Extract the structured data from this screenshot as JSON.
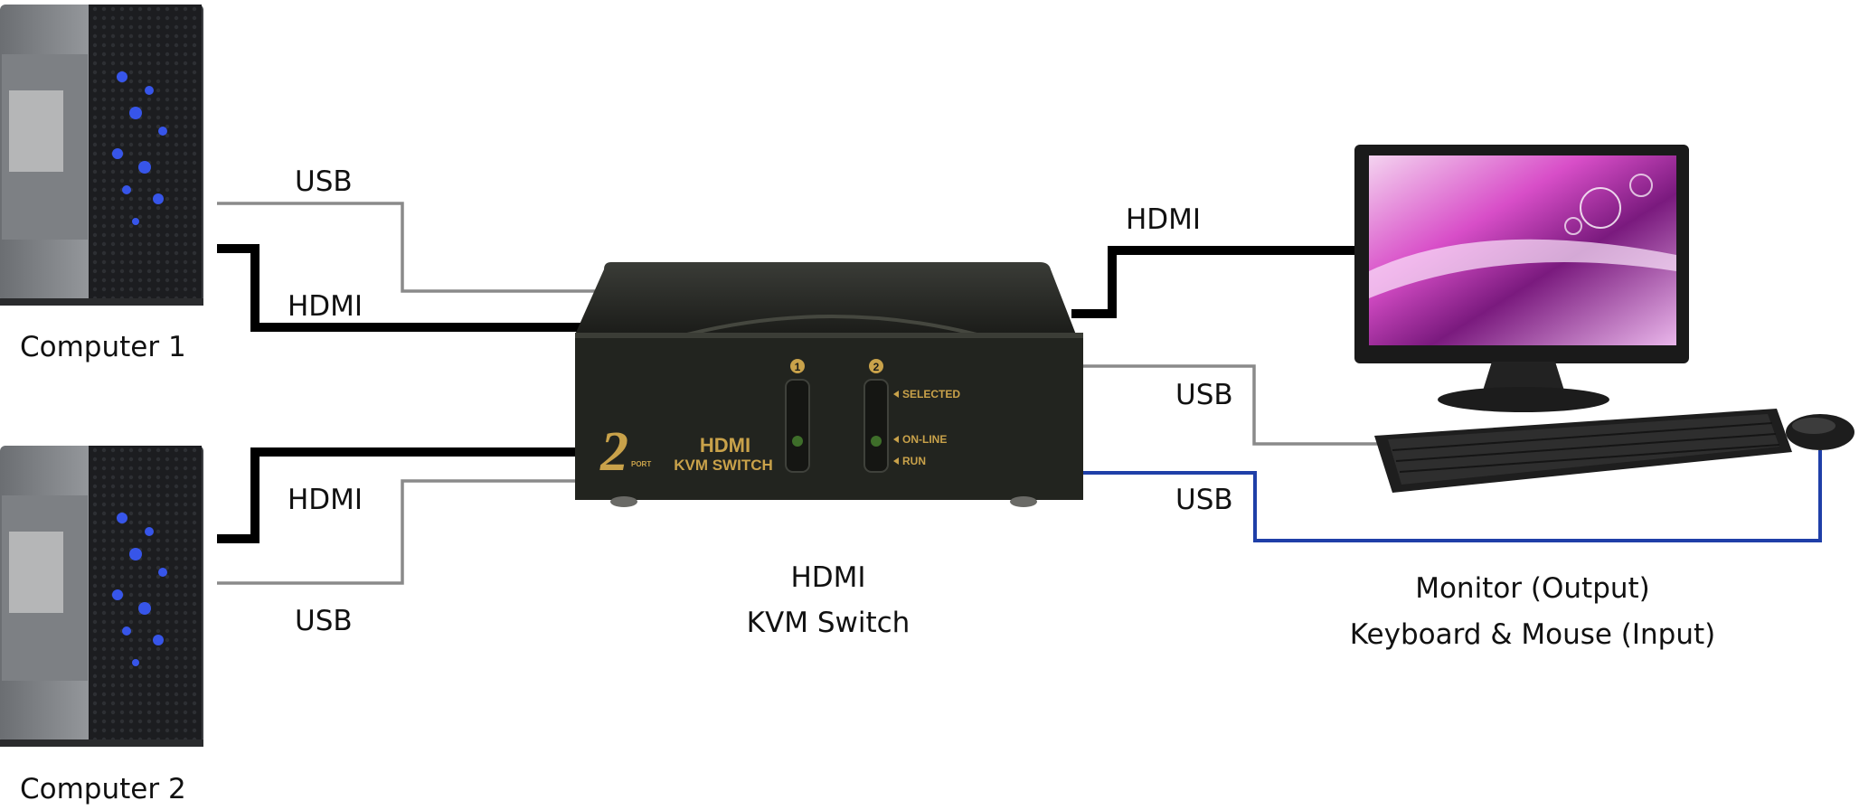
{
  "computers": [
    {
      "label": "Computer 1",
      "usb_label": "USB",
      "hdmi_label": "HDMI"
    },
    {
      "label": "Computer 2",
      "usb_label": "USB",
      "hdmi_label": "HDMI"
    }
  ],
  "switch": {
    "brand_number": "2",
    "brand_port": "PORT",
    "brand_line1": "HDMI",
    "brand_line2": "KVM SWITCH",
    "port1": "1",
    "port2": "2",
    "ind_selected": "SELECTED",
    "ind_online": "ON-LINE",
    "ind_run": "RUN",
    "caption_line1": "HDMI",
    "caption_line2": "KVM Switch"
  },
  "output": {
    "hdmi_label": "HDMI",
    "usb_keyboard_label": "USB",
    "usb_mouse_label": "USB",
    "caption_line1": "Monitor (Output)",
    "caption_line2": "Keyboard & Mouse (Input)"
  },
  "colors": {
    "hdmi_cable": "#000000",
    "usb_cable": "#8a8a8a",
    "mouse_cable": "#1f3fa8",
    "switch_body": "#22241f",
    "switch_gold": "#c9a24a",
    "case_led": "#3a5cff"
  }
}
